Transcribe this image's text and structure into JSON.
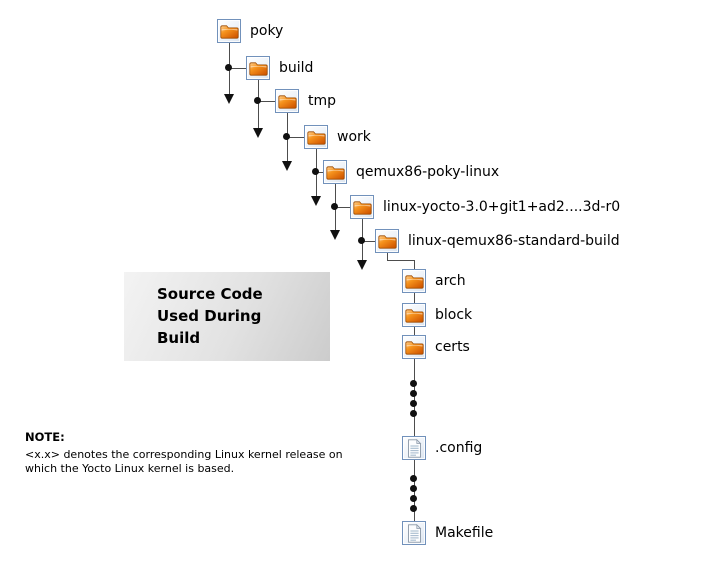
{
  "figure": {
    "callout": {
      "line1": "Source Code",
      "line2": "Used During",
      "line3": "Build"
    },
    "note": {
      "heading": "NOTE:",
      "body_line1": "<x.x> denotes the corresponding Linux kernel release on",
      "body_line2": "which the Yocto Linux kernel is based."
    },
    "tree": {
      "nodes": [
        {
          "label": "poky",
          "icon": "folder"
        },
        {
          "label": "build",
          "icon": "folder"
        },
        {
          "label": "tmp",
          "icon": "folder"
        },
        {
          "label": "work",
          "icon": "folder"
        },
        {
          "label": "qemux86-poky-linux",
          "icon": "folder"
        },
        {
          "label": "linux-yocto-3.0+git1+ad2....3d-r0",
          "icon": "folder"
        },
        {
          "label": "linux-qemux86-standard-build",
          "icon": "folder"
        },
        {
          "label": "arch",
          "icon": "folder"
        },
        {
          "label": "block",
          "icon": "folder"
        },
        {
          "label": "certs",
          "icon": "folder"
        },
        {
          "label": ".config",
          "icon": "file"
        },
        {
          "label": "Makefile",
          "icon": "file"
        }
      ]
    },
    "colors": {
      "folder_orange": "#e8650f",
      "icon_frame_blue": "#7191bb",
      "connector_gray": "#4d4d4d"
    }
  }
}
